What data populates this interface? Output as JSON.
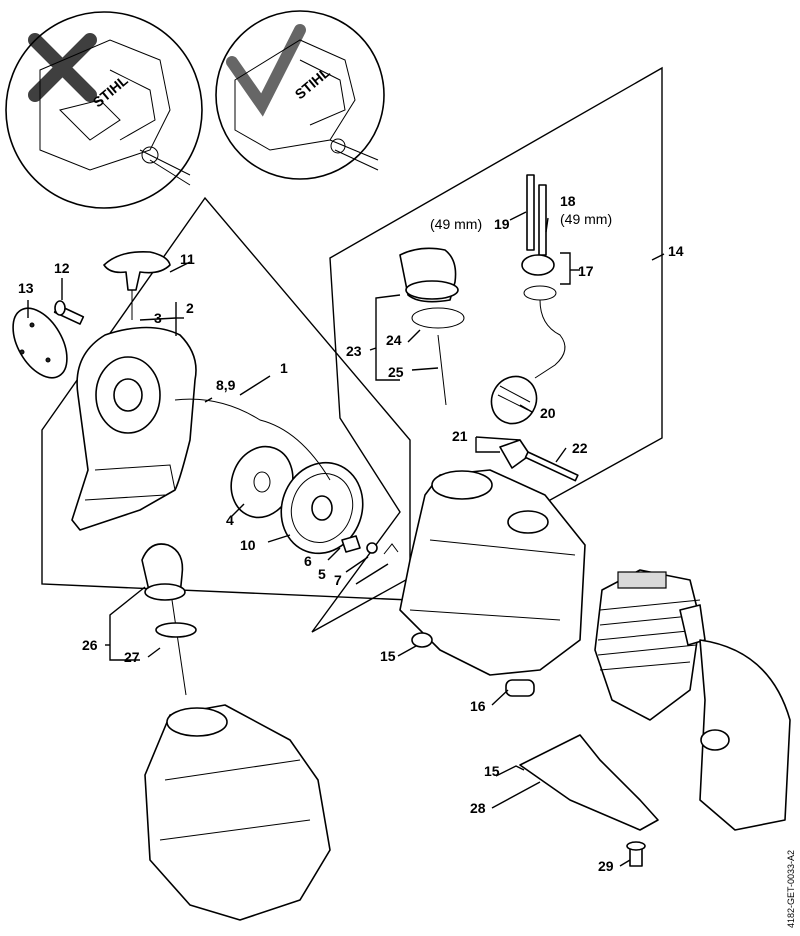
{
  "labels": {
    "l1": "1",
    "l2": "2",
    "l3": "3",
    "l4": "4",
    "l5": "5",
    "l6": "6",
    "l7": "7",
    "l89": "8,9",
    "l10": "10",
    "l11": "11",
    "l12": "12",
    "l13": "13",
    "l14": "14",
    "l15a": "15",
    "l15b": "15",
    "l16": "16",
    "l17": "17",
    "l18": "18",
    "l19": "19",
    "l20": "20",
    "l21": "21",
    "l22": "22",
    "l23": "23",
    "l24": "24",
    "l25": "25",
    "l26": "26",
    "l27": "27",
    "l28": "28",
    "l29": "29"
  },
  "notes": {
    "len18": "(49 mm)",
    "len19": "(49 mm)"
  },
  "brand": {
    "logo_left": "STIHL",
    "logo_right": "STIHL"
  },
  "footer": {
    "code": "4182-GET-0033-A2"
  },
  "colors": {
    "ink": "#000000",
    "paper": "#ffffff",
    "shade": "#d9d9d9"
  }
}
